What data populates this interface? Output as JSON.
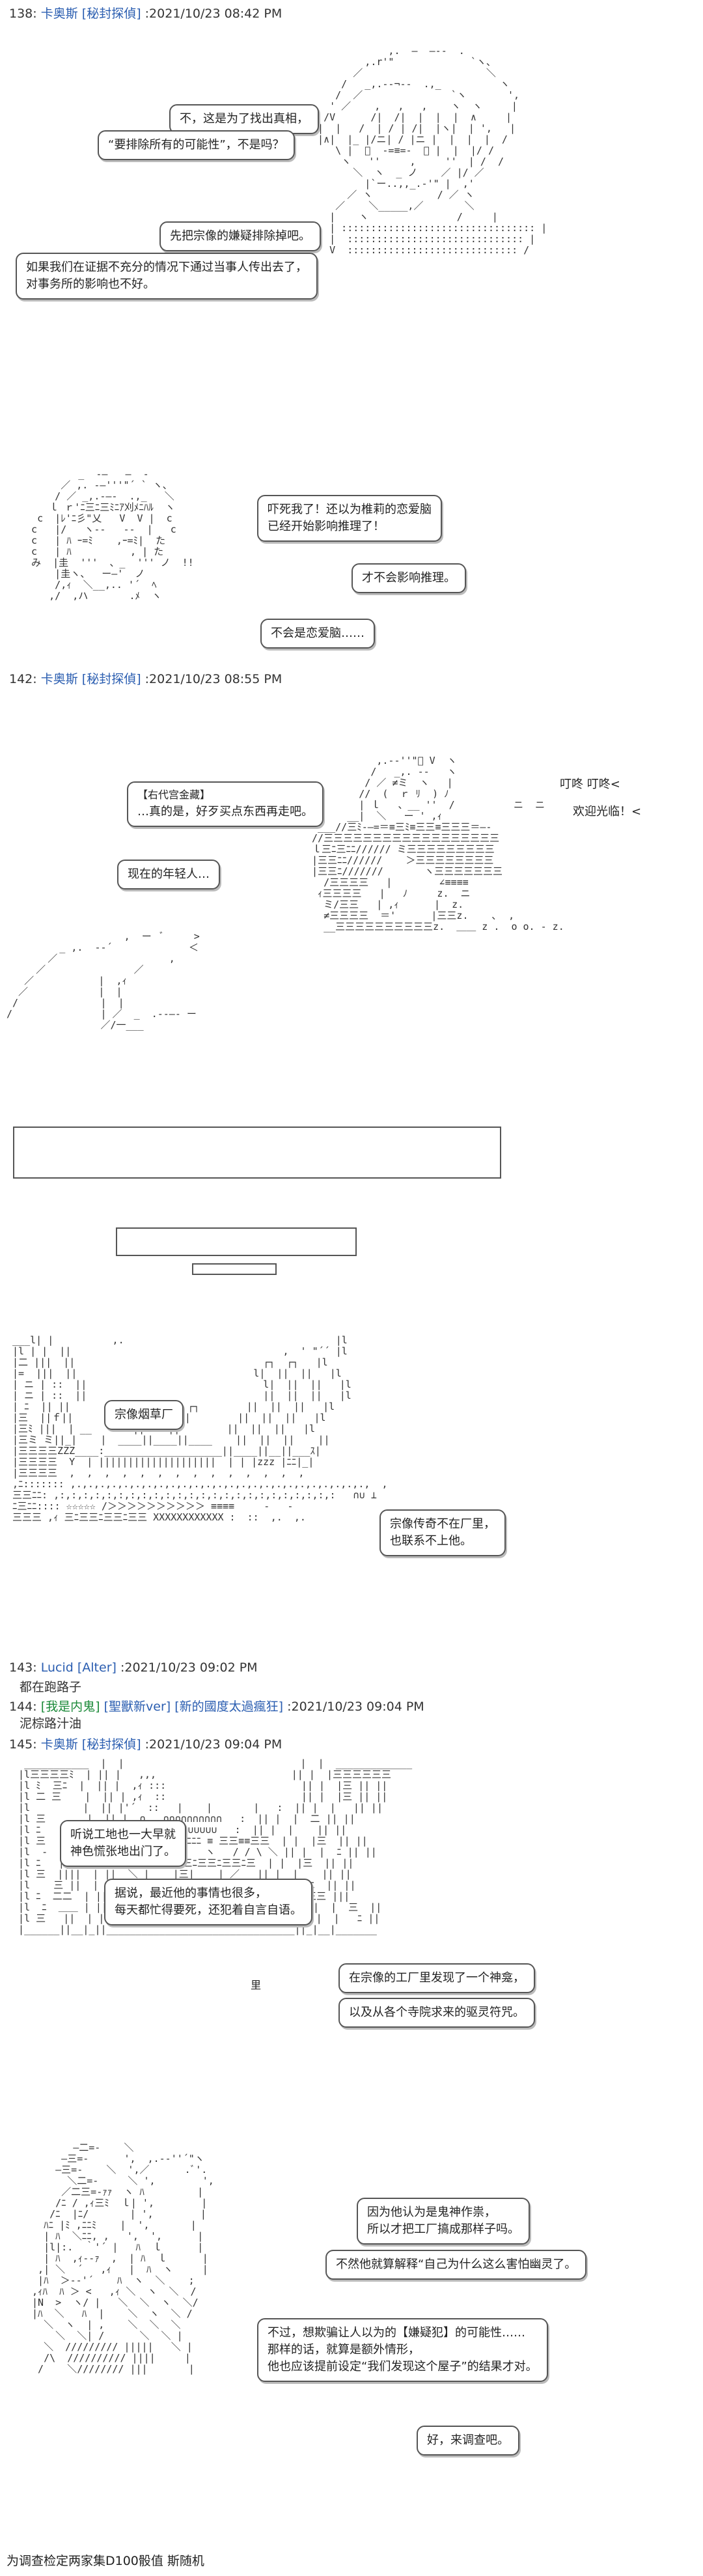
{
  "posts": {
    "p138": {
      "num": "138:",
      "name": "卡奥斯",
      "tag": "[秘封探偵]",
      "time": ":2021/10/23 08:42 PM"
    },
    "p142": {
      "num": "142:",
      "name": "卡奥斯",
      "tag": "[秘封探偵]",
      "time": ":2021/10/23 08:55 PM"
    },
    "p143": {
      "num": "143:",
      "name": "Lucid",
      "tag": "[Alter]",
      "time": ":2021/10/23 09:02 PM",
      "reply": "都在跑路子"
    },
    "p144": {
      "num": "144:",
      "name": "[我是内鬼]",
      "tag": "[聖獸新ver]",
      "tag2": "[新的國度太過瘋狂]",
      "time": ":2021/10/23 09:04 PM",
      "reply": "泥棕路汁油"
    },
    "p145": {
      "num": "145:",
      "name": "卡奥斯",
      "tag": "[秘封探偵]",
      "time": ":2021/10/23 09:04 PM"
    }
  },
  "scene1": {
    "b1": "不，这是为了找出真相，",
    "b2": "“要排除所有的可能性”，不是吗？",
    "b3": "先把宗像的嫌疑排除掉吧。",
    "b4_1": "如果我们在证据不充分的情况下通过当事人传出去了，",
    "b4_2": "对事务所的影响也不好。"
  },
  "scene2": {
    "b1_1": "吓死我了！还以为椎莉的恋爱脑",
    "b1_2": "已经开始影响推理了！",
    "b2": "才不会影响推理。",
    "b3": "不会是恋爱脑……"
  },
  "scene3": {
    "label": "【右代宫金藏】",
    "b1": "…真的是，好歹买点东西再走吧。",
    "b2": "现在的年轻人…",
    "sfx": "叮咚  叮咚<",
    "welcome": "欢迎光临！<"
  },
  "scene4": {
    "b1": "宗像烟草厂",
    "b2_1": "宗像传奇不在厂里，",
    "b2_2": "也联系不上他。"
  },
  "scene5": {
    "b1_1": "听说工地也一大早就",
    "b1_2": "神色慌张地出门了。",
    "b2_1": "据说，最近他的事情也很多，",
    "b2_2": "每天都忙得要死，还犯着自言自语。",
    "b3": "在宗像的工厂里发现了一个神龛，",
    "b4": "以及从各个寺院求来的驱灵符咒。",
    "board": "里"
  },
  "scene6": {
    "b1_1": "因为他认为是鬼神作祟，",
    "b1_2": "所以才把工厂搞成那样子吗。",
    "b2": "不然他就算解释“自己为什么这么害怕幽灵了。",
    "b3_1": "不过，想欺骗让人以为的【嫌疑犯】的可能性……",
    "b3_2": "那样的话，就算是额外情形，",
    "b3_3": "他也应该提前设定“我们发现这个屋子”的结果才对。",
    "b4": "好，来调查吧。",
    "footer": "为调查检定两家集D100骰值 斯随机"
  }
}
